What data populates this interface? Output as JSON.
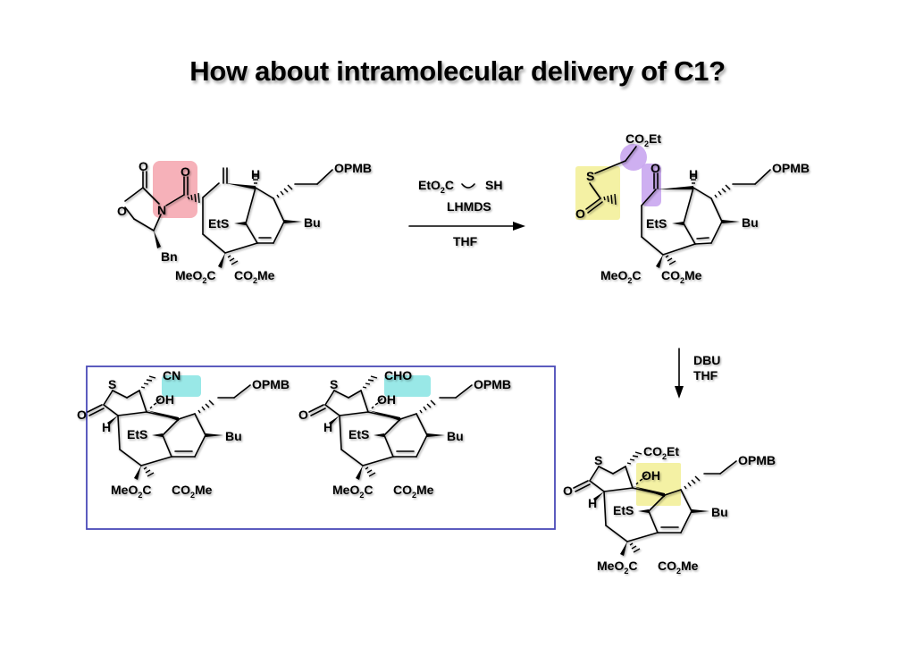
{
  "title": "How about intramolecular delivery of C1?",
  "highlight_colors": {
    "pink": "#f4a3ad",
    "yellow": "#f3f09a",
    "purple": "#c9a6f0",
    "cyan": "#8ee6e4",
    "box_border": "#4a4ab8"
  },
  "step1": {
    "reagent_top": [
      "EtO",
      "2",
      "C",
      "SH"
    ],
    "reagent_mid": "LHMDS",
    "solvent": "THF"
  },
  "step2": {
    "reagent": "DBU",
    "solvent": "THF"
  },
  "labels": {
    "O": "O",
    "N": "N",
    "H": "H",
    "S": "S",
    "OH": "OH",
    "OPMB": "OPMB",
    "EtS": "EtS",
    "Bu": "Bu",
    "Bn": "Bn",
    "MeO2C": [
      "MeO",
      "2",
      "C"
    ],
    "CO2Me": [
      "CO",
      "2",
      "Me"
    ],
    "CO2Et": [
      "CO",
      "2",
      "Et"
    ],
    "CN": "CN",
    "CHO": "CHO"
  },
  "molecules": [
    "starting-material-oxazolidinone",
    "thioester-intermediate",
    "cyclized-product",
    "nitrile-analog",
    "aldehyde-analog"
  ]
}
